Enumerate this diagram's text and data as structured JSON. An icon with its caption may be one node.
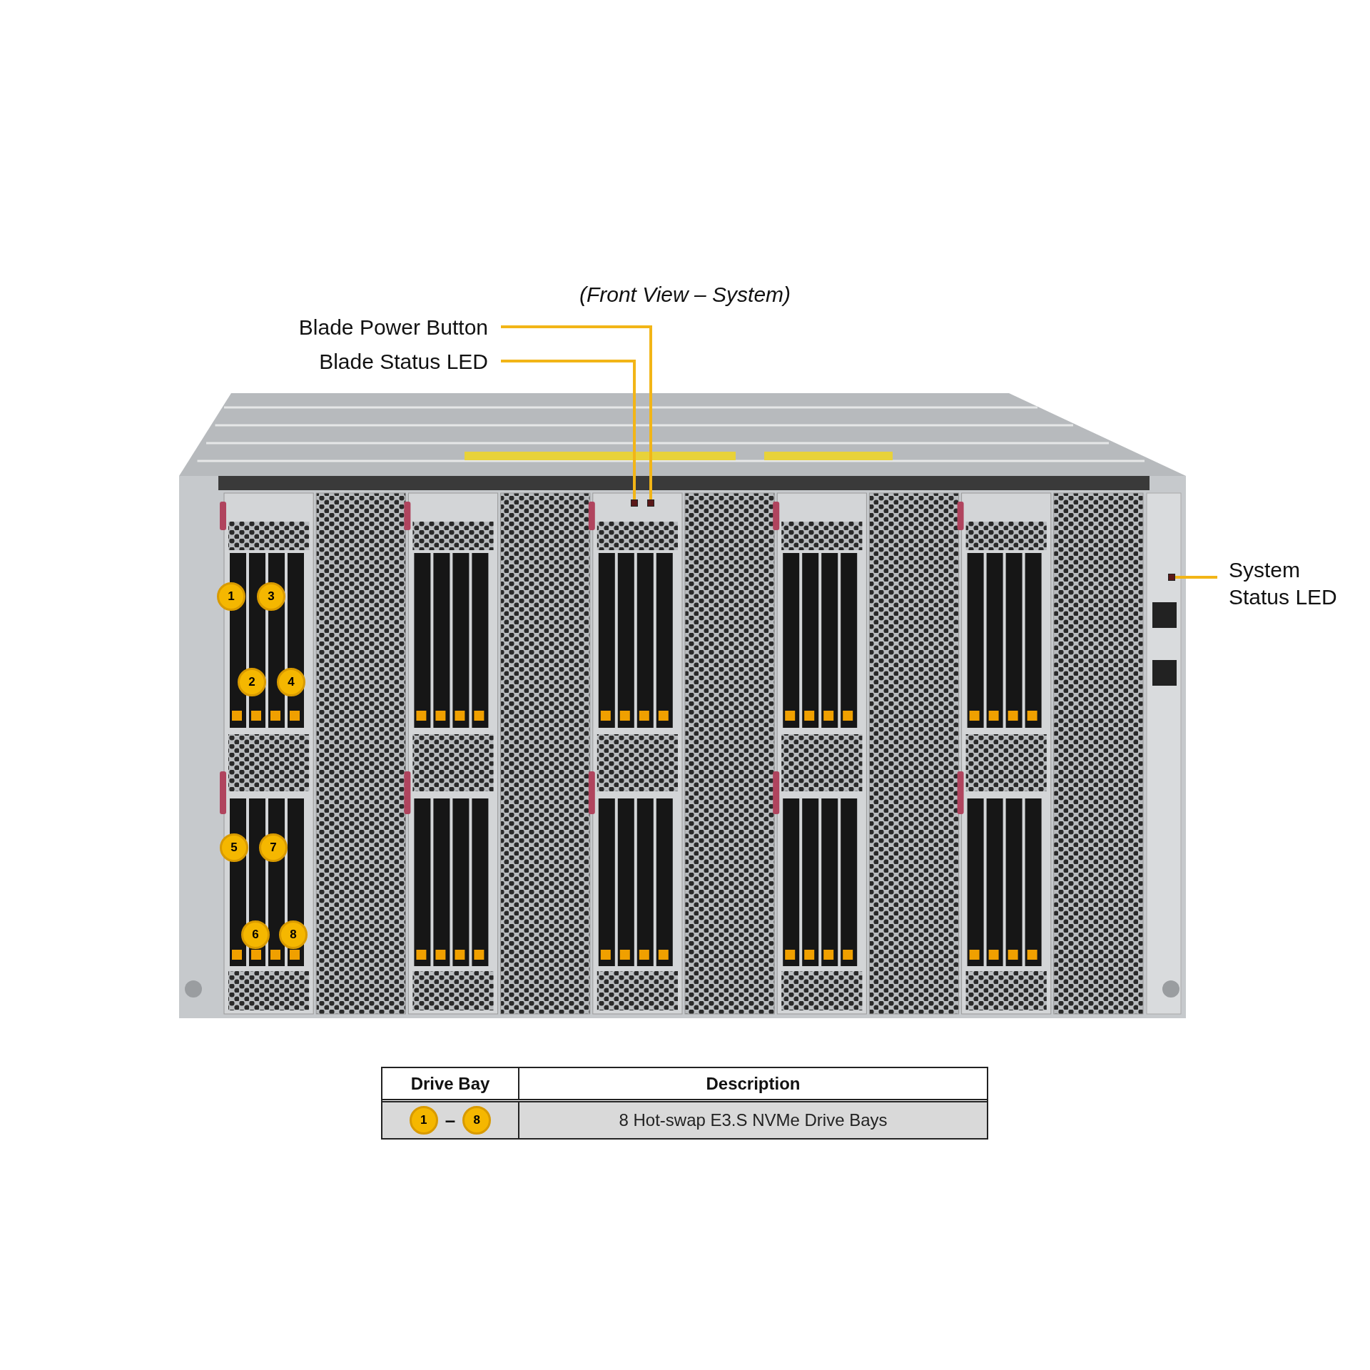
{
  "diagram": {
    "title": "(Front View – System)",
    "nodes": [
      {
        "text": [
          "Blade Power Button"
        ]
      },
      {
        "text": [],
        "shape": "box"
      },
      {
        "text": [
          "Blade Status LED"
        ]
      },
      {
        "text": [],
        "shape": "box"
      },
      {
        "text": [
          "System Status LED"
        ]
      },
      {
        "text": [],
        "shape": "box"
      }
    ],
    "edges": [
      {
        "from": 0,
        "to": 1,
        "arrow": "none"
      },
      {
        "from": 2,
        "to": 3,
        "arrow": "none"
      },
      {
        "from": 4,
        "to": 5,
        "arrow": "none"
      }
    ],
    "labels": [
      "1",
      "3",
      "2",
      "4",
      "5",
      "7",
      "6",
      "8",
      "Drive Bay",
      "Description",
      "1",
      "–",
      "8",
      "8 Hot-swap E3.S NVMe Drive Bays"
    ]
  }
}
